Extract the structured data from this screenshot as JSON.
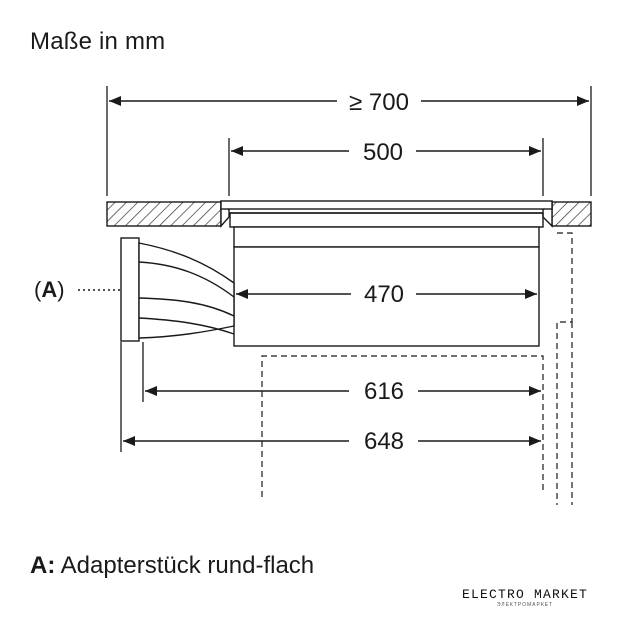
{
  "title": "Maße in mm",
  "dimensions": {
    "overall": "≥ 700",
    "cutout_top": "500",
    "body": "470",
    "depth_inner": "616",
    "depth_outer": "648"
  },
  "callout_label_letter": "A",
  "legend": {
    "key": "A:",
    "text": "Adapterstück rund-flach"
  },
  "logo": {
    "main": "ELECTRO MARKET",
    "sub": "ЭЛЕКТРОМАРКЕТ"
  }
}
